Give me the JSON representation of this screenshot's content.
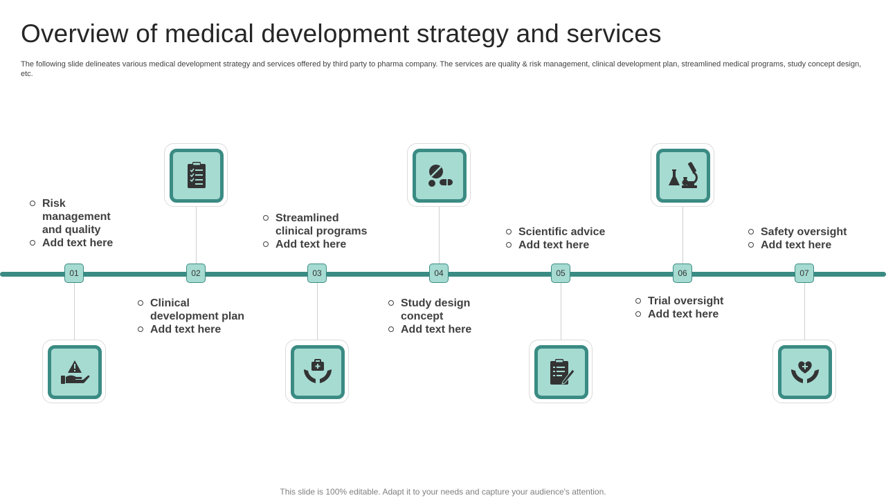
{
  "slide": {
    "title": "Overview of medical development strategy and services",
    "subtitle": "The following slide delineates various medical development strategy and services offered by third party to pharma company. The services are quality & risk management, clinical development plan, streamlined medical programs, study concept design, etc.",
    "footer": "This slide is 100% editable. Adapt it to your needs and capture your audience's attention."
  },
  "colors": {
    "accent": "#3a8b83",
    "accent_light": "#a6dbd2",
    "text": "#404040"
  },
  "steps": [
    {
      "number": "01",
      "title": "Risk management and quality",
      "detail": "Add text here",
      "icon": "hand-warning-icon"
    },
    {
      "number": "02",
      "title": "Clinical development plan",
      "detail": "Add text here",
      "icon": "clipboard-checklist-icon"
    },
    {
      "number": "03",
      "title": "Streamlined clinical programs",
      "detail": "Add text here",
      "icon": "hands-medical-kit-icon"
    },
    {
      "number": "04",
      "title": "Study design concept",
      "detail": "Add text here",
      "icon": "pills-icon"
    },
    {
      "number": "05",
      "title": "Scientific advice",
      "detail": "Add text here",
      "icon": "clipboard-pen-icon"
    },
    {
      "number": "06",
      "title": "Trial oversight",
      "detail": "Add text here",
      "icon": "lab-microscope-icon"
    },
    {
      "number": "07",
      "title": "Safety oversight",
      "detail": "Add text here",
      "icon": "hands-heart-icon"
    }
  ]
}
